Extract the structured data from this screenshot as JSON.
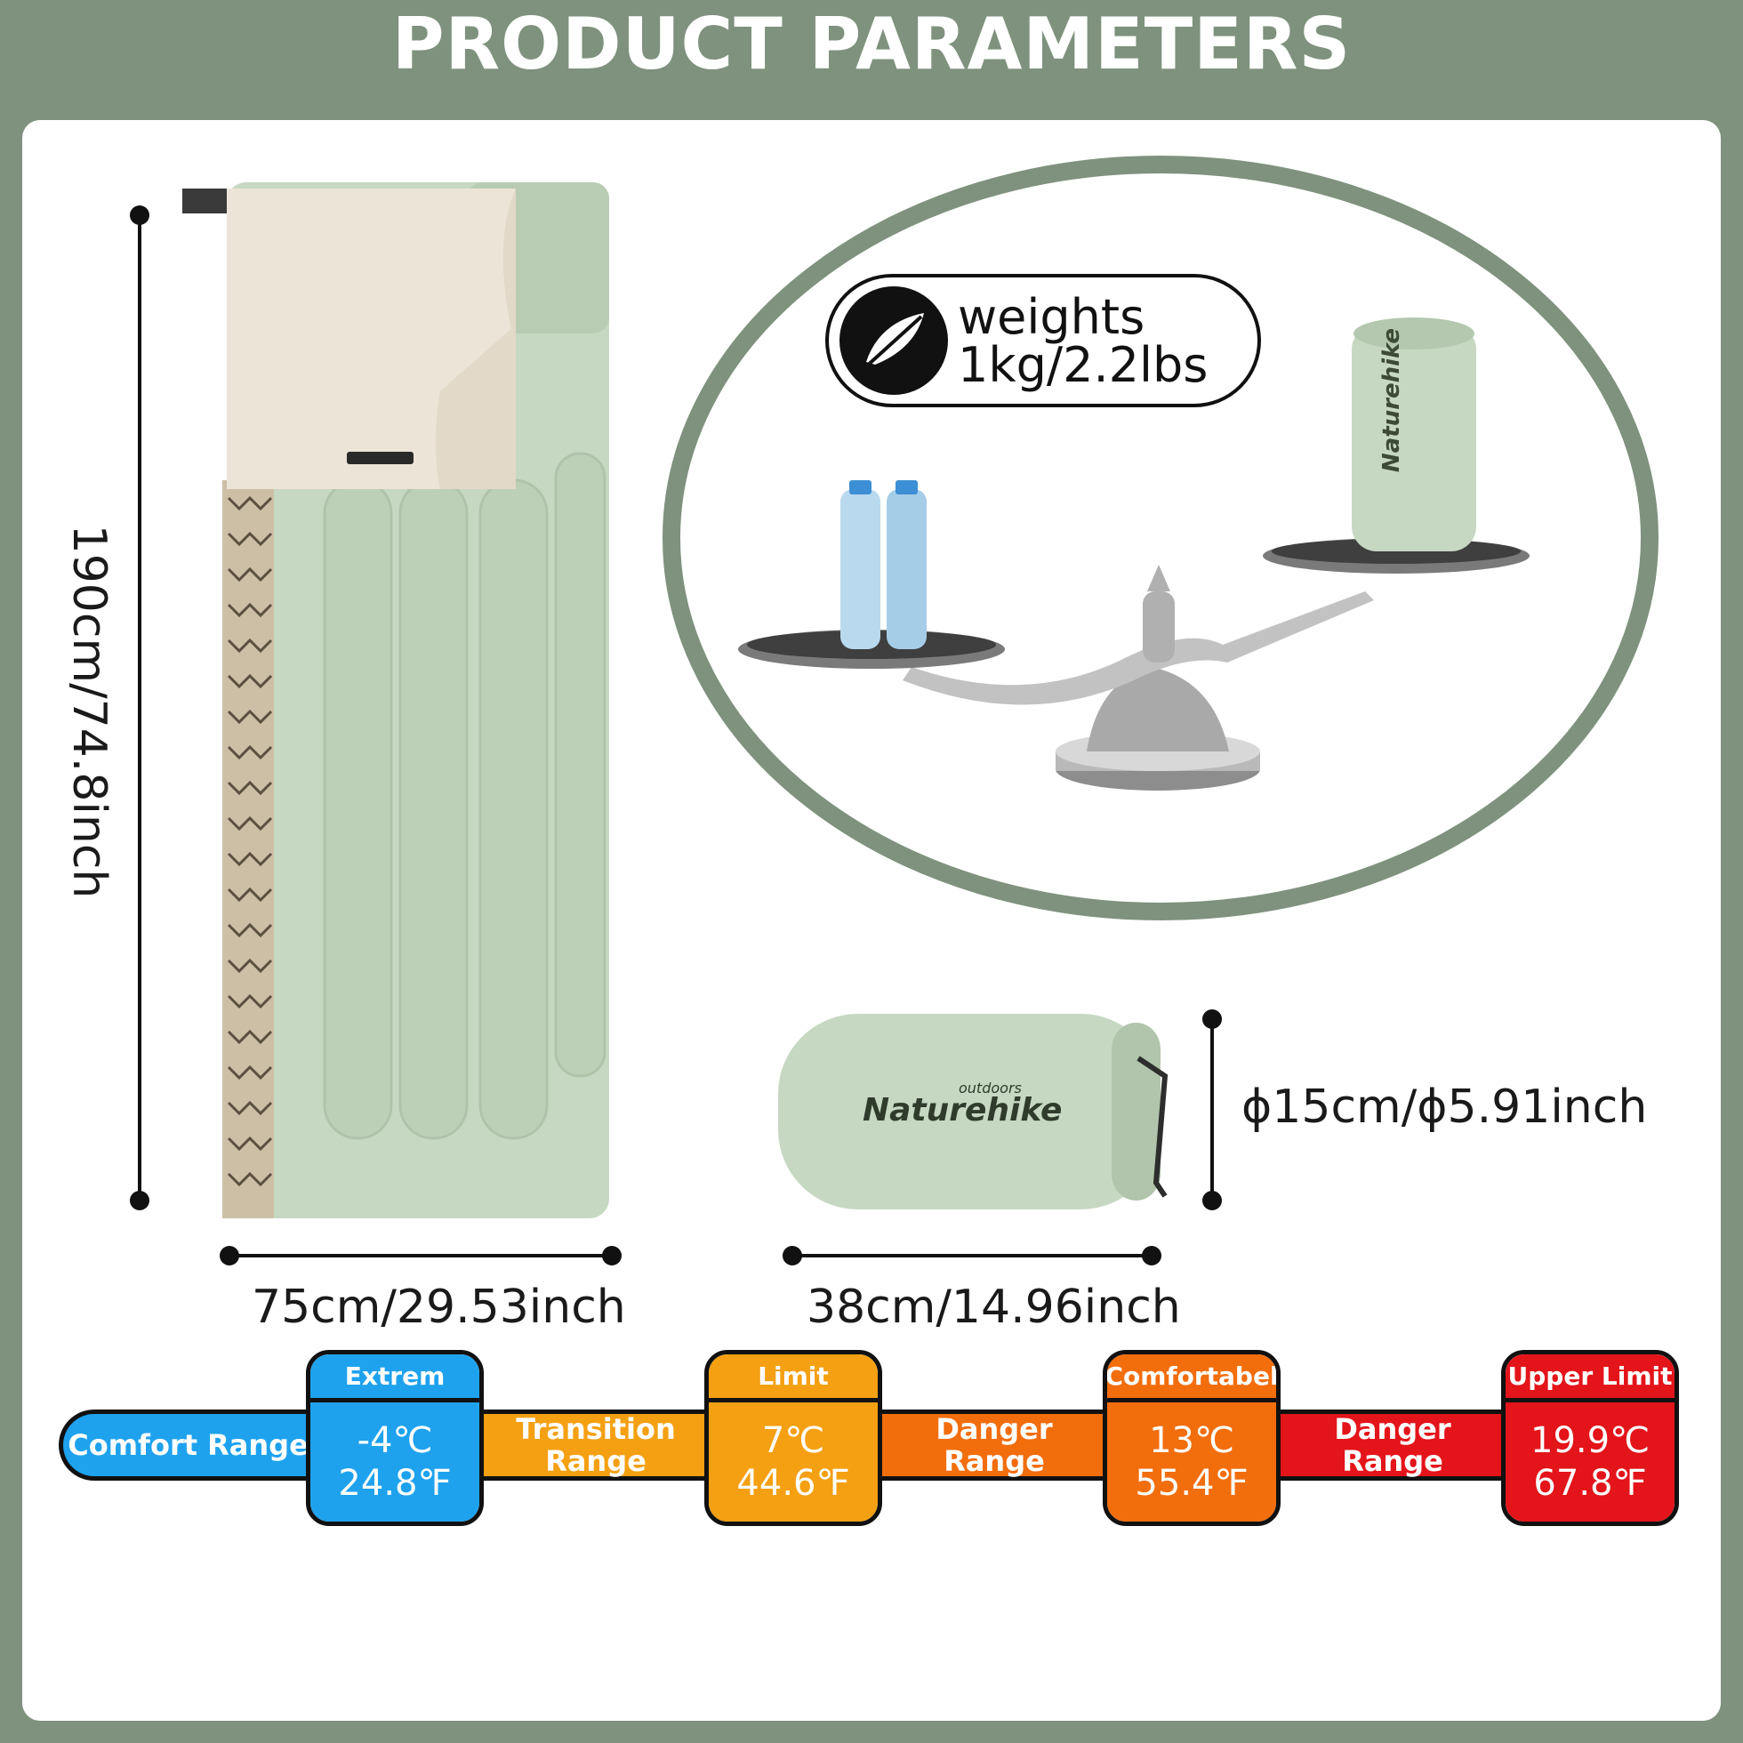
{
  "header": {
    "title": "PRODUCT PARAMETERS"
  },
  "dimensions": {
    "length": "190cm/74.8inch",
    "width": "75cm/29.53inch",
    "packed_length": "38cm/14.96inch",
    "packed_diameter": "ϕ15cm/ϕ5.91inch"
  },
  "weight": {
    "label": "weights",
    "value": "1kg/2.2lbs"
  },
  "brand": {
    "name": "Naturehike",
    "sub": "outdoors"
  },
  "temperature": {
    "comfort_range": "Comfort Range",
    "transition_range": "Transition Range",
    "danger_range_1": "Danger Range",
    "danger_range_2": "Danger Range",
    "extrem": {
      "label": "Extrem",
      "c": "-4℃",
      "f": "24.8℉"
    },
    "limit": {
      "label": "Limit",
      "c": "7℃",
      "f": "44.6℉"
    },
    "comfortabel": {
      "label": "Comfortabel",
      "c": "13℃",
      "f": "55.4℉"
    },
    "upper_limit": {
      "label": "Upper Limit",
      "c": "19.9℃",
      "f": "67.8℉"
    }
  },
  "colors": {
    "background": "#7e927d",
    "bag_green": "#c4d6c0",
    "liner": "#ece4d6",
    "blue": "#1ea2ee",
    "amber": "#f4a012",
    "orange": "#f26d0c",
    "red": "#e3141a"
  }
}
